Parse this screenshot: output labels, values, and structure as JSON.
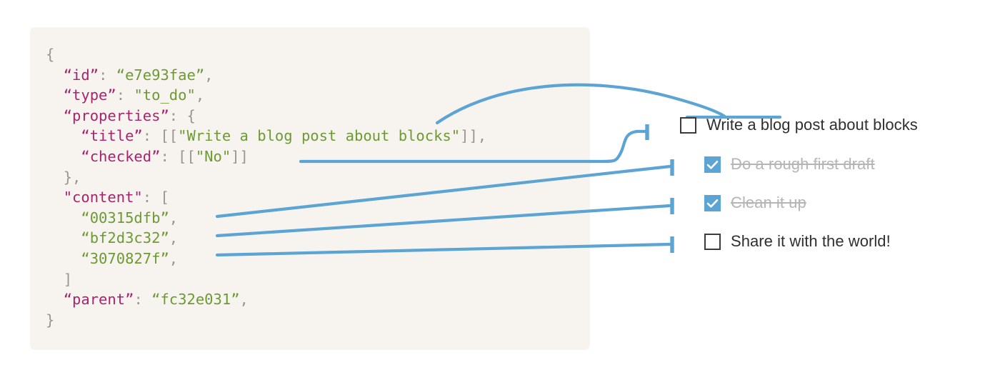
{
  "palette": {
    "panel_bg": "#f7f4f0",
    "page_bg": "#ffffff",
    "wire_blue": "#5ba4d3",
    "checkbox_checked_fill": "#5ba4d3",
    "checkbox_unchecked_border": "#3b3b3b",
    "json_key": "#a8246c",
    "json_string": "#6d9a33",
    "json_punctuation": "#9a9590",
    "todo_text": "#2f2f2f",
    "todo_text_done": "#b5b5b5"
  },
  "json_block": {
    "lines": [
      {
        "indent": 0,
        "tokens": [
          {
            "t": "p",
            "v": "{"
          }
        ]
      },
      {
        "indent": 1,
        "tokens": [
          {
            "t": "k",
            "v": "“id”"
          },
          {
            "t": "p",
            "v": ": "
          },
          {
            "t": "s",
            "v": "“e7e93fae”"
          },
          {
            "t": "p",
            "v": ","
          }
        ]
      },
      {
        "indent": 1,
        "tokens": [
          {
            "t": "k",
            "v": "“type”"
          },
          {
            "t": "p",
            "v": ": "
          },
          {
            "t": "s",
            "v": "\"to_do\""
          },
          {
            "t": "p",
            "v": ","
          }
        ]
      },
      {
        "indent": 1,
        "tokens": [
          {
            "t": "k",
            "v": "“properties”"
          },
          {
            "t": "p",
            "v": ": {"
          }
        ]
      },
      {
        "indent": 2,
        "tokens": [
          {
            "t": "k",
            "v": "“title”"
          },
          {
            "t": "p",
            "v": ": [["
          },
          {
            "t": "s",
            "v": "\"Write a blog post about blocks\""
          },
          {
            "t": "p",
            "v": "]],"
          }
        ]
      },
      {
        "indent": 2,
        "tokens": [
          {
            "t": "k",
            "v": "“checked”"
          },
          {
            "t": "p",
            "v": ": [["
          },
          {
            "t": "s",
            "v": "\"No\""
          },
          {
            "t": "p",
            "v": "]]"
          }
        ]
      },
      {
        "indent": 1,
        "tokens": [
          {
            "t": "p",
            "v": "},"
          }
        ]
      },
      {
        "indent": 1,
        "tokens": [
          {
            "t": "k",
            "v": "\"content\""
          },
          {
            "t": "p",
            "v": ": ["
          }
        ]
      },
      {
        "indent": 2,
        "tokens": [
          {
            "t": "s",
            "v": "“00315dfb”"
          },
          {
            "t": "p",
            "v": ","
          }
        ]
      },
      {
        "indent": 2,
        "tokens": [
          {
            "t": "s",
            "v": "“bf2d3c32”"
          },
          {
            "t": "p",
            "v": ","
          }
        ]
      },
      {
        "indent": 2,
        "tokens": [
          {
            "t": "s",
            "v": "“3070827f”"
          },
          {
            "t": "p",
            "v": ","
          }
        ]
      },
      {
        "indent": 1,
        "tokens": [
          {
            "t": "p",
            "v": "]"
          }
        ]
      },
      {
        "indent": 1,
        "tokens": [
          {
            "t": "k",
            "v": "“parent”"
          },
          {
            "t": "p",
            "v": ": "
          },
          {
            "t": "s",
            "v": "“fc32e031”"
          },
          {
            "t": "p",
            "v": ","
          }
        ]
      },
      {
        "indent": 0,
        "tokens": [
          {
            "t": "p",
            "v": "}"
          }
        ]
      }
    ],
    "plain_text": "{\n  “id”: “e7e93fae”,\n  “type”: \"to_do\",\n  “properties”: {\n    “title”: [[\"Write a blog post about blocks\"]],\n    “checked”: [[\"No\"]]\n  },\n  \"content\": [\n    “00315dfb”,\n    “bf2d3c32”,\n    “3070827f”,\n  ]\n  “parent”: “fc32e031”,\n}",
    "fields": {
      "id": "e7e93fae",
      "type": "to_do",
      "properties": {
        "title": "Write a blog post about blocks",
        "checked": "No"
      },
      "content": [
        "00315dfb",
        "bf2d3c32",
        "3070827f"
      ],
      "parent": "fc32e031"
    }
  },
  "todo_list": {
    "items": [
      {
        "label": "Write a blog post about blocks",
        "checked": false,
        "checkbox_icon": "checkbox-empty-icon"
      },
      {
        "label": "Do a rough first draft",
        "checked": true,
        "checkbox_icon": "checkbox-checked-icon"
      },
      {
        "label": "Clean it up",
        "checked": true,
        "checkbox_icon": "checkbox-checked-icon"
      },
      {
        "label": "Share it with the world!",
        "checked": false,
        "checkbox_icon": "checkbox-empty-icon"
      }
    ]
  },
  "connectors": [
    {
      "name": "title-to-first-item-arc",
      "from": "json.properties.title",
      "to": "todo_list.items.0.label"
    },
    {
      "name": "checked-to-first-checkbox",
      "from": "json.properties.checked",
      "to": "todo_list.items.0.checkbox"
    },
    {
      "name": "content0-to-item1",
      "from": "json.content.0",
      "to": "todo_list.items.1"
    },
    {
      "name": "content1-to-item2",
      "from": "json.content.1",
      "to": "todo_list.items.2"
    },
    {
      "name": "content2-to-item3",
      "from": "json.content.2",
      "to": "todo_list.items.3"
    }
  ]
}
